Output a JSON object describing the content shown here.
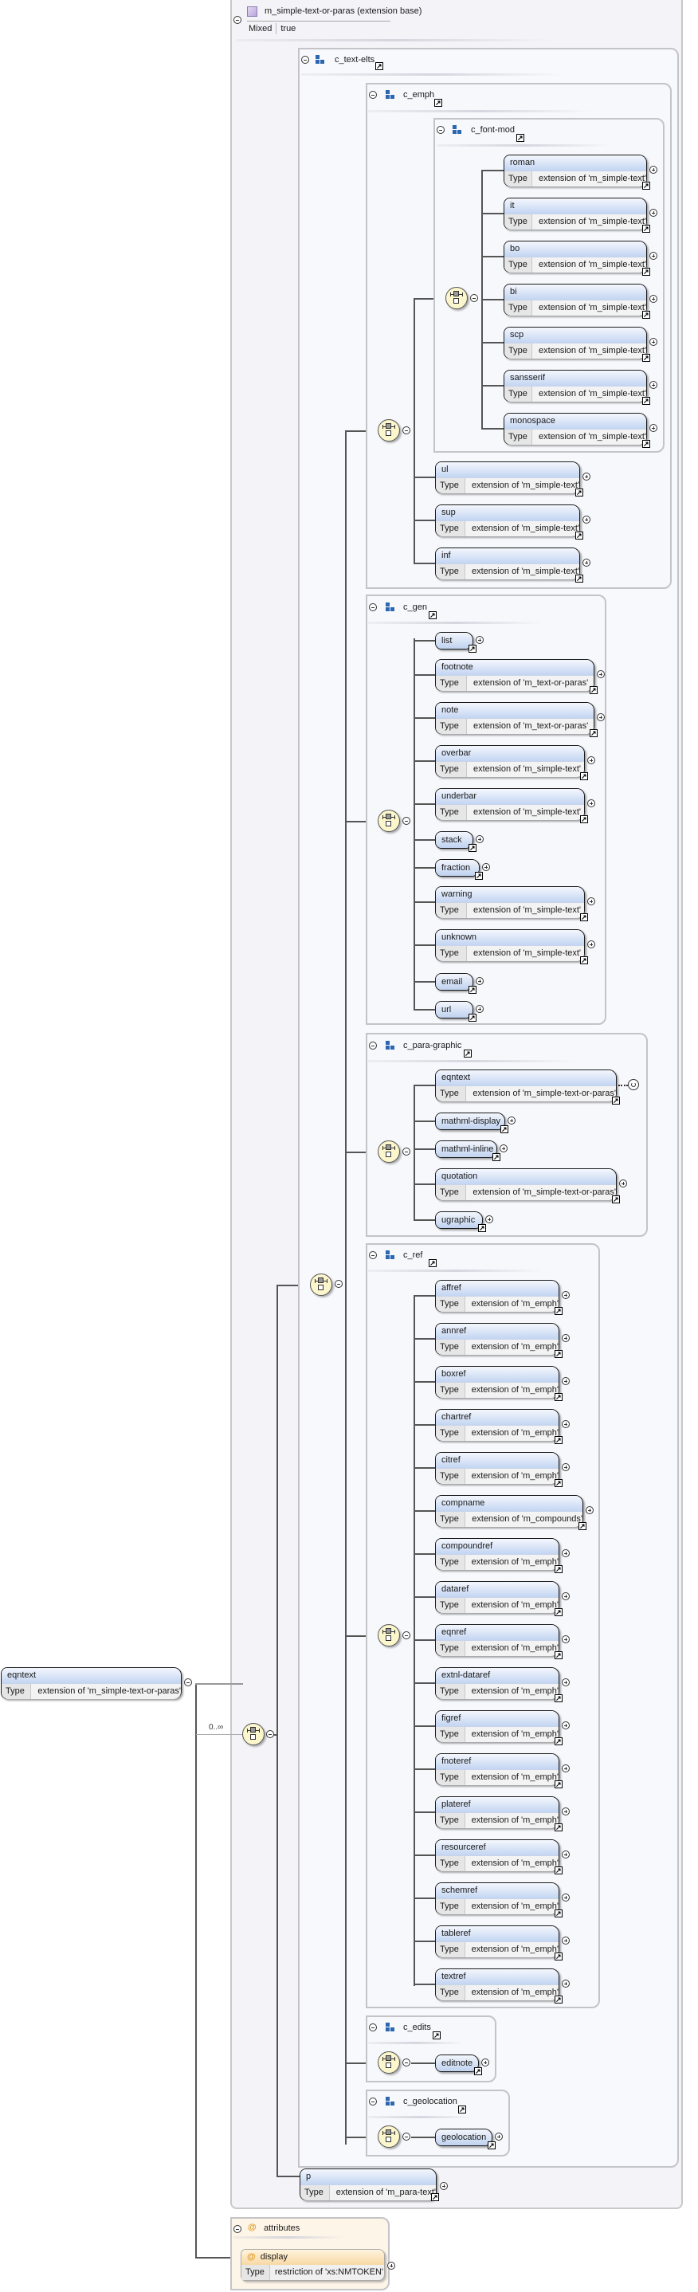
{
  "root": {
    "name": "eqntext",
    "type_label": "Type",
    "type_value": "extension of 'm_simple-text-or-paras'",
    "occurrence": "0..∞"
  },
  "extension": {
    "title": "m_simple-text-or-paras (extension base)",
    "mixed_label": "Mixed",
    "mixed_value": "true"
  },
  "groups": {
    "text_elts": {
      "name": "c_text-elts"
    },
    "emph": {
      "name": "c_emph"
    },
    "font_mod": {
      "name": "c_font-mod",
      "elements": [
        {
          "name": "roman",
          "type": "extension of 'm_simple-text'"
        },
        {
          "name": "it",
          "type": "extension of 'm_simple-text'"
        },
        {
          "name": "bo",
          "type": "extension of 'm_simple-text'"
        },
        {
          "name": "bi",
          "type": "extension of 'm_simple-text'"
        },
        {
          "name": "scp",
          "type": "extension of 'm_simple-text'"
        },
        {
          "name": "sansserif",
          "type": "extension of 'm_simple-text'"
        },
        {
          "name": "monospace",
          "type": "extension of 'm_simple-text'"
        }
      ]
    },
    "emph_elements": [
      {
        "name": "ul",
        "type": "extension of 'm_simple-text'"
      },
      {
        "name": "sup",
        "type": "extension of 'm_simple-text'"
      },
      {
        "name": "inf",
        "type": "extension of 'm_simple-text'"
      }
    ],
    "gen": {
      "name": "c_gen",
      "elements": [
        {
          "name": "list"
        },
        {
          "name": "footnote",
          "type": "extension of 'm_text-or-paras'"
        },
        {
          "name": "note",
          "type": "extension of 'm_text-or-paras'"
        },
        {
          "name": "overbar",
          "type": "extension of 'm_simple-text'"
        },
        {
          "name": "underbar",
          "type": "extension of 'm_simple-text'"
        },
        {
          "name": "stack"
        },
        {
          "name": "fraction"
        },
        {
          "name": "warning",
          "type": "extension of 'm_simple-text'"
        },
        {
          "name": "unknown",
          "type": "extension of 'm_simple-text'"
        },
        {
          "name": "email"
        },
        {
          "name": "url"
        }
      ]
    },
    "para_graphic": {
      "name": "c_para-graphic",
      "elements": [
        {
          "name": "eqntext",
          "type": "extension of 'm_simple-text-or-paras'"
        },
        {
          "name": "mathml-display"
        },
        {
          "name": "mathml-inline"
        },
        {
          "name": "quotation",
          "type": "extension of 'm_simple-text-or-paras'"
        },
        {
          "name": "ugraphic"
        }
      ]
    },
    "ref": {
      "name": "c_ref",
      "elements": [
        {
          "name": "affref",
          "type": "extension of 'm_emph'"
        },
        {
          "name": "annref",
          "type": "extension of 'm_emph'"
        },
        {
          "name": "boxref",
          "type": "extension of 'm_emph'"
        },
        {
          "name": "chartref",
          "type": "extension of 'm_emph'"
        },
        {
          "name": "citref",
          "type": "extension of 'm_emph'"
        },
        {
          "name": "compname",
          "type": "extension of 'm_compounds'"
        },
        {
          "name": "compoundref",
          "type": "extension of 'm_emph'"
        },
        {
          "name": "dataref",
          "type": "extension of 'm_emph'"
        },
        {
          "name": "eqnref",
          "type": "extension of 'm_emph'"
        },
        {
          "name": "extnl-dataref",
          "type": "extension of 'm_emph'"
        },
        {
          "name": "figref",
          "type": "extension of 'm_emph'"
        },
        {
          "name": "fnoteref",
          "type": "extension of 'm_emph'"
        },
        {
          "name": "plateref",
          "type": "extension of 'm_emph'"
        },
        {
          "name": "resourceref",
          "type": "extension of 'm_emph'"
        },
        {
          "name": "schemref",
          "type": "extension of 'm_emph'"
        },
        {
          "name": "tableref",
          "type": "extension of 'm_emph'"
        },
        {
          "name": "textref",
          "type": "extension of 'm_emph'"
        }
      ]
    },
    "edits": {
      "name": "c_edits",
      "elements": [
        {
          "name": "editnote"
        }
      ]
    },
    "geolocation": {
      "name": "c_geolocation",
      "elements": [
        {
          "name": "geolocation"
        }
      ]
    }
  },
  "p_element": {
    "name": "p",
    "type_label": "Type",
    "type_value": "extension of 'm_para-text'"
  },
  "attributes": {
    "title": "attributes",
    "items": [
      {
        "name": "display",
        "type_label": "Type",
        "type_value": "restriction of 'xs:NMTOKEN'"
      }
    ]
  },
  "labels": {
    "type": "Type"
  }
}
